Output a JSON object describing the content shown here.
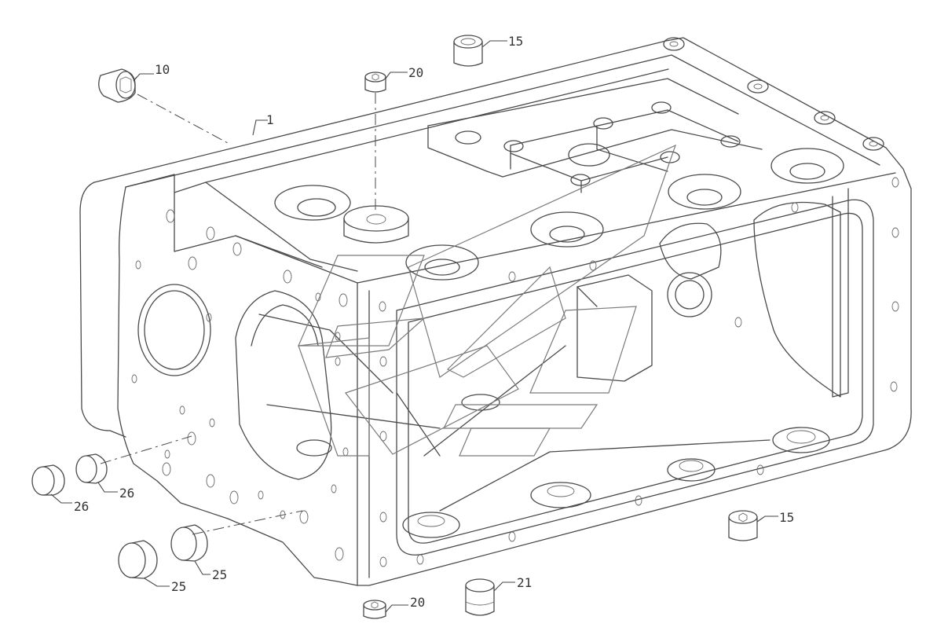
{
  "title": "",
  "callouts": [
    {
      "id": "c1",
      "text": "1"
    },
    {
      "id": "c10",
      "text": "10"
    },
    {
      "id": "c15a",
      "text": "15"
    },
    {
      "id": "c15b",
      "text": "15"
    },
    {
      "id": "c20a",
      "text": "20"
    },
    {
      "id": "c20b",
      "text": "20"
    },
    {
      "id": "c21",
      "text": "21"
    },
    {
      "id": "c25a",
      "text": "25"
    },
    {
      "id": "c25b",
      "text": "25"
    },
    {
      "id": "c26a",
      "text": "26"
    },
    {
      "id": "c26b",
      "text": "26"
    }
  ],
  "colors": {
    "line": "#4a4a4a",
    "watermark": "#7a7a7a",
    "background": "#ffffff"
  }
}
